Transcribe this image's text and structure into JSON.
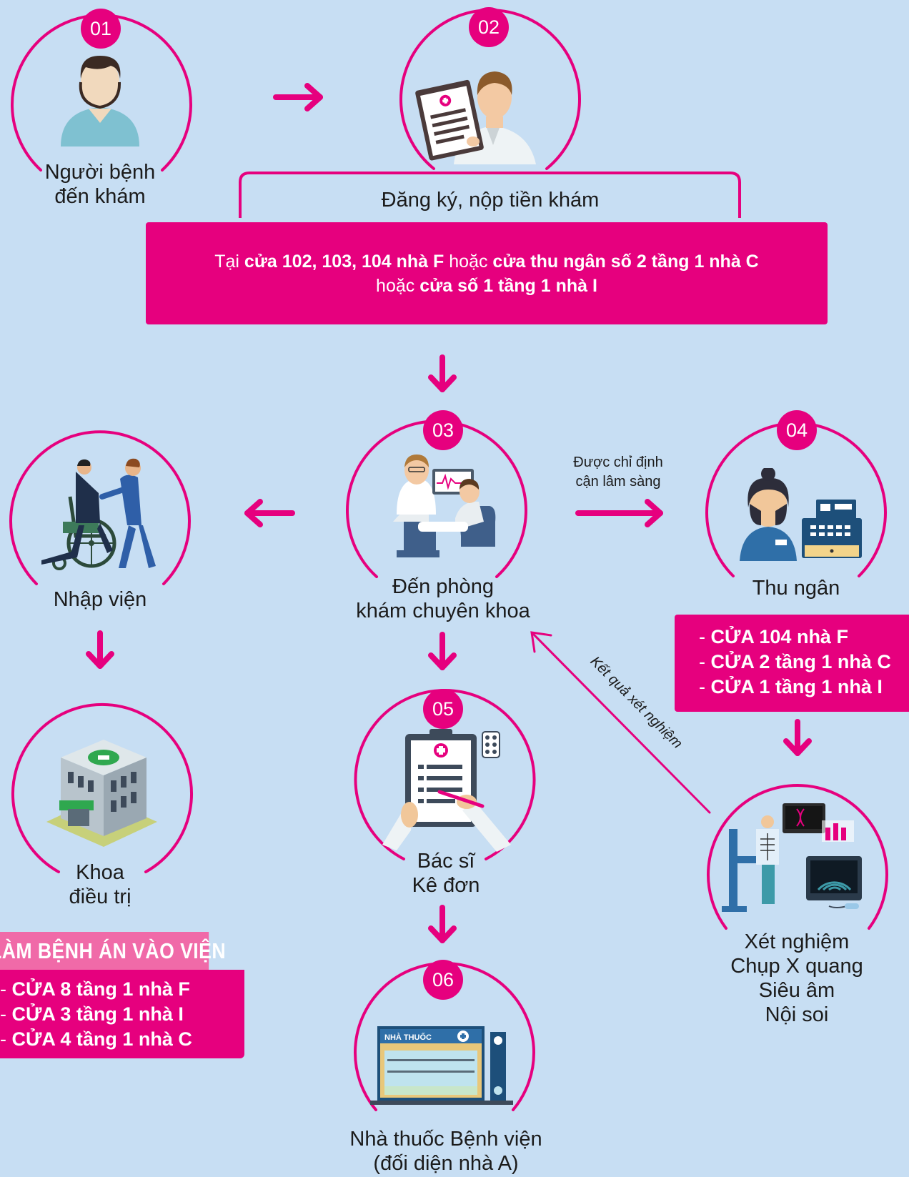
{
  "steps": [
    {
      "num": "01",
      "label_lines": [
        "Người bệnh",
        "đến khám"
      ],
      "icon": "patient-icon"
    },
    {
      "num": "02",
      "label_lines": [
        "Đăng ký, nộp tiền khám"
      ],
      "icon": "registration-doctor-icon"
    },
    {
      "num": "03",
      "label_lines": [
        "Đến phòng",
        "khám chuyên khoa"
      ],
      "icon": "specialist-exam-icon"
    },
    {
      "num": "04",
      "label_lines": [
        "Thu ngân"
      ],
      "icon": "cashier-icon"
    },
    {
      "num": "05",
      "label_lines": [
        "Bác sĩ",
        "Kê đơn"
      ],
      "icon": "prescription-icon"
    },
    {
      "num": "06",
      "label_lines": [
        "Nhà thuốc Bệnh viện",
        "(đối diện nhà A)"
      ],
      "icon": "pharmacy-icon"
    }
  ],
  "extra_nodes": {
    "admission": {
      "label": "Nhập viện",
      "icon": "wheelchair-icon"
    },
    "treatment": {
      "label_lines": [
        "Khoa",
        "điều trị"
      ],
      "icon": "hospital-building-icon"
    },
    "tests": {
      "label_lines": [
        "Xét nghiệm",
        "Chụp X quang",
        "Siêu âm",
        "Nội soi"
      ],
      "icon": "lab-xray-icon"
    }
  },
  "registration_box": {
    "line1": [
      {
        "text": "Tại ",
        "bold": false
      },
      {
        "text": "cửa 102, 103, 104 nhà F",
        "bold": true
      },
      {
        "text": " hoặc ",
        "bold": false
      },
      {
        "text": "cửa thu ngân số 2 tầng 1 nhà C",
        "bold": true
      }
    ],
    "line2": [
      {
        "text": "hoặc ",
        "bold": false
      },
      {
        "text": "cửa số 1 tầng 1 nhà I",
        "bold": true
      }
    ]
  },
  "cashier_box": {
    "items": [
      "CỬA 104 nhà F",
      "CỬA 2 tầng 1 nhà C",
      "CỬA 1 tầng 1 nhà I"
    ]
  },
  "admission_box": {
    "title": "LÀM BỆNH ÁN VÀO VIỆN",
    "items": [
      "CỬA 8 tầng 1 nhà F",
      "CỬA 3 tầng 1 nhà I",
      "CỬA 4 tầng 1 nhà C"
    ]
  },
  "notes": {
    "clinical_line1": "Được chỉ định",
    "clinical_line2": "cận lâm sàng",
    "test_results": "Kết quả xét nghiệm"
  },
  "colors": {
    "accent": "#e6007e",
    "background": "#c7def3",
    "header_pink": "#f06aa8"
  }
}
